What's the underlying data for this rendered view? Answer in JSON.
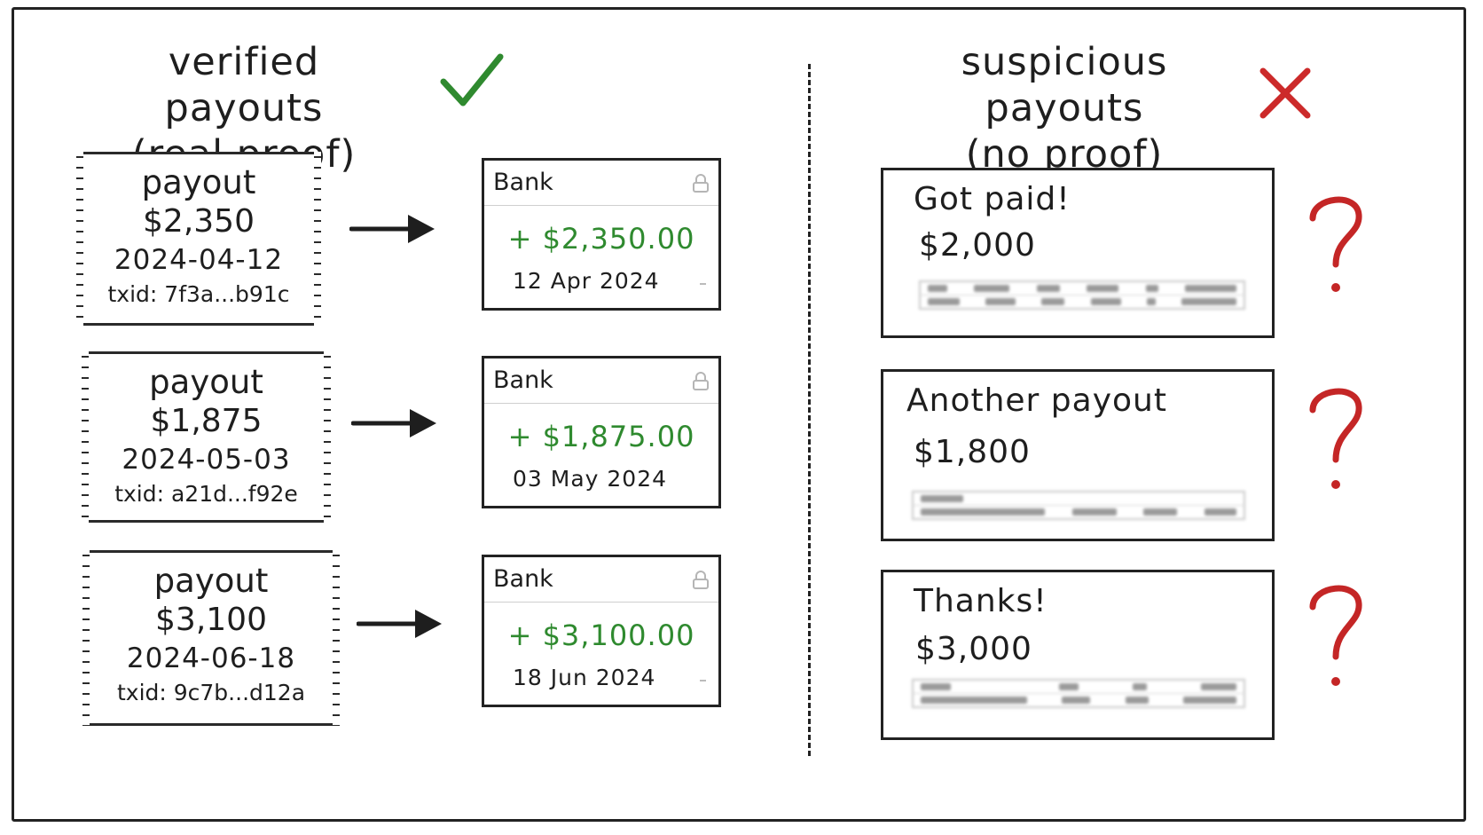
{
  "verified": {
    "heading_line1": "verified payouts",
    "heading_line2": "(real proof)",
    "receipts": [
      {
        "word": "payout",
        "amount": "$2,350",
        "date": "2024-04-12",
        "txid": "txid: 7f3a...b91c"
      },
      {
        "word": "payout",
        "amount": "$1,875",
        "date": "2024-05-03",
        "txid": "txid: a21d...f92e"
      },
      {
        "word": "payout",
        "amount": "$3,100",
        "date": "2024-06-18",
        "txid": "txid: 9c7b...d12a"
      }
    ],
    "banks": [
      {
        "name": "Bank",
        "amount": "+ $2,350.00",
        "date": "12 Apr 2024"
      },
      {
        "name": "Bank",
        "amount": "+ $1,875.00",
        "date": "03 May 2024"
      },
      {
        "name": "Bank",
        "amount": "+ $3,100.00",
        "date": "18 Jun 2024"
      }
    ]
  },
  "suspicious": {
    "heading_line1": "suspicious payouts",
    "heading_line2": "(no proof)",
    "claims": [
      {
        "title": "Got paid!",
        "amount": "$2,000"
      },
      {
        "title": "Another payout",
        "amount": "$1,800"
      },
      {
        "title": "Thanks!",
        "amount": "$3,000"
      }
    ]
  },
  "colors": {
    "check": "#2f8a2f",
    "cross": "#cc2a2a",
    "question": "#c42626",
    "bank_amount": "#2f8a2f"
  },
  "icons": {
    "verified": "check-icon",
    "suspicious": "cross-icon",
    "bank": "lock-icon",
    "claim": "question-mark-icon",
    "link": "arrow-right-icon"
  }
}
